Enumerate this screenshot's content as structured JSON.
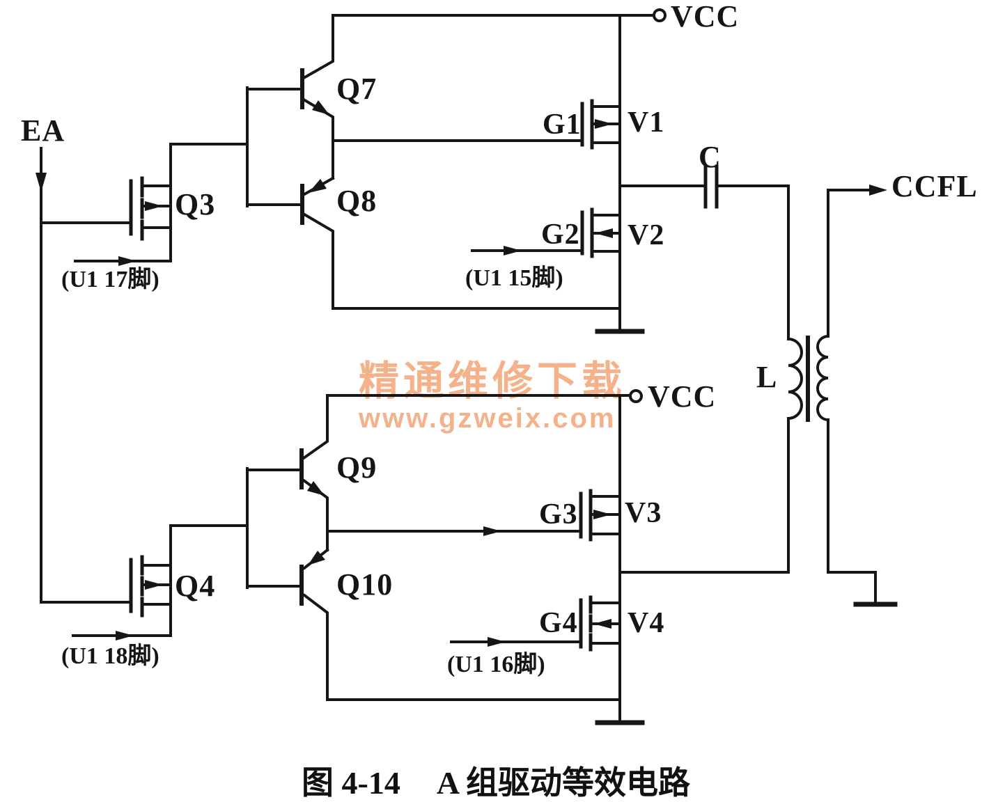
{
  "page": {
    "background": "#ffffff",
    "ink": "#161616"
  },
  "watermark": {
    "title": "精通维修下载",
    "url": "www.gzweix.com",
    "color": "#f5ab80"
  },
  "caption": {
    "number": "图 4-14",
    "title": "A 组驱动等效电路"
  },
  "labels": {
    "ea": "EA",
    "ccfl": "CCFL",
    "vcc_top": "VCC",
    "vcc_bottom": "VCC",
    "q3": "Q3",
    "q4": "Q4",
    "q7": "Q7",
    "q8": "Q8",
    "q9": "Q9",
    "q10": "Q10",
    "g1": "G1",
    "g2": "G2",
    "g3": "G3",
    "g4": "G4",
    "v1": "V1",
    "v2": "V2",
    "v3": "V3",
    "v4": "V4",
    "c": "C",
    "l": "L",
    "pin_u1_17": "(U1 17脚)",
    "pin_u1_15": "(U1 15脚)",
    "pin_u1_18": "(U1 18脚)",
    "pin_u1_16": "(U1 16脚)"
  }
}
